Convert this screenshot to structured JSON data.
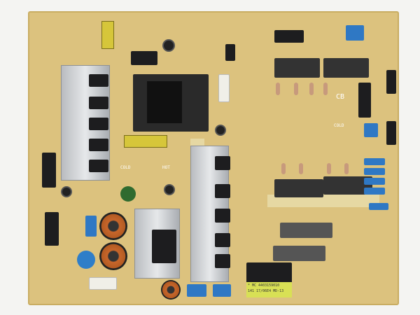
{
  "board": {
    "colors": {
      "pcb": "#dcc27e",
      "heatsink": "#c7cacd",
      "component_blue": "#2f78c4",
      "transformer": "#1d1d1f"
    },
    "silkscreen": {
      "cb": "CB",
      "cold_1": "COLD",
      "cold_2": "COLD",
      "hot": "HOT"
    },
    "transformer_label": {
      "line1": "* MC 4403159010",
      "line2": "141 17/06E4 MD-13"
    }
  }
}
